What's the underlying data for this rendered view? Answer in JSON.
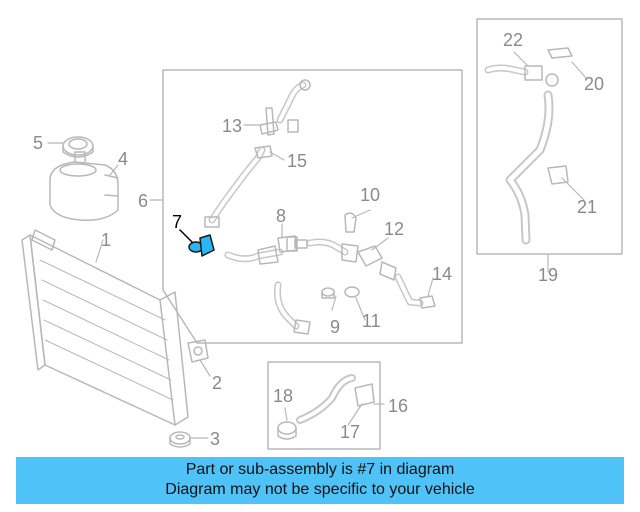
{
  "callouts": {
    "c1": "1",
    "c2": "2",
    "c3": "3",
    "c4": "4",
    "c5": "5",
    "c6": "6",
    "c7": "7",
    "c8": "8",
    "c9": "9",
    "c10": "10",
    "c11": "11",
    "c12": "12",
    "c13": "13",
    "c14": "14",
    "c15": "15",
    "c16": "16",
    "c17": "17",
    "c18": "18",
    "c19": "19",
    "c20": "20",
    "c21": "21",
    "c22": "22"
  },
  "highlighted_part": "7",
  "colors": {
    "banner": "#4fc3f7",
    "highlight": "#29b6f6",
    "line": "#b8b8b8",
    "callout": "#8a8a8a"
  },
  "banner": {
    "line1": "Part or sub-assembly is #7 in diagram",
    "line2": "Diagram may not be specific to your vehicle"
  }
}
